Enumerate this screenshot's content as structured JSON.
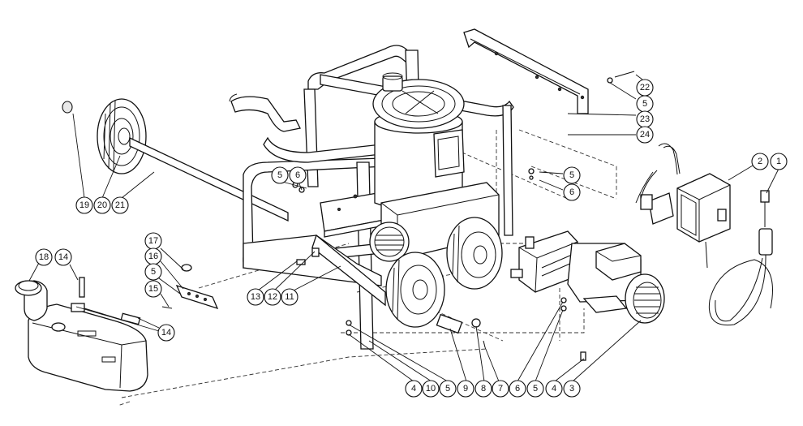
{
  "callouts": {
    "c1": "1",
    "c2": "2",
    "c3": "3",
    "c4a": "4",
    "c4b": "4",
    "c5a": "5",
    "c5b": "5",
    "c5c": "5",
    "c5d": "5",
    "c5e": "5",
    "c5f": "5",
    "c6a": "6",
    "c6b": "6",
    "c6c": "6",
    "c7": "7",
    "c8": "8",
    "c9": "9",
    "c10": "10",
    "c11": "11",
    "c12": "12",
    "c13": "13",
    "c14a": "14",
    "c14b": "14",
    "c15": "15",
    "c16": "16",
    "c17": "17",
    "c18": "18",
    "c19": "19",
    "c20": "20",
    "c21": "21",
    "c22": "22",
    "c23": "23",
    "c24": "24"
  }
}
